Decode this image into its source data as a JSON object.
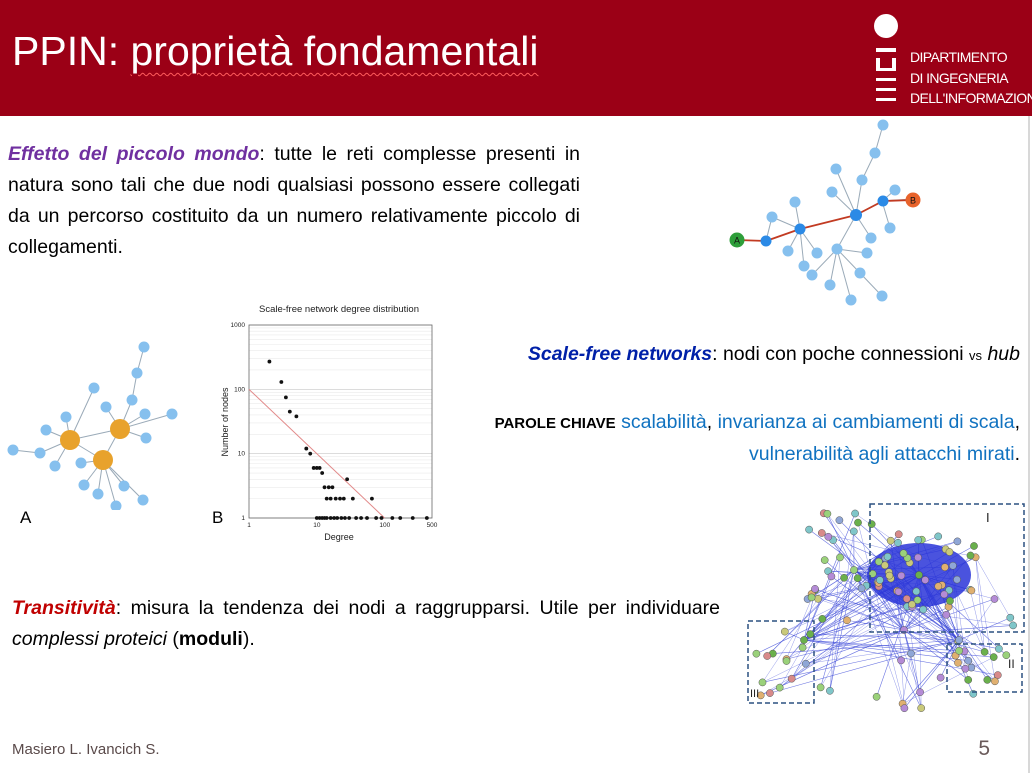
{
  "slide": {
    "title_prefix": "PPIN: ",
    "title_main": "proprietà fondamentali"
  },
  "logo": {
    "line1": "DIPARTIMENTO",
    "line2": "DI INGEGNERIA",
    "line3": "DELL'INFORMAZIONE"
  },
  "small_world": {
    "keyword": "Effetto del piccolo mondo",
    "text": ": tutte le reti complesse presenti in natura sono tali che due nodi qualsiasi possono essere collegati da un percorso costituito da un numero relativamente piccolo di collegamenti."
  },
  "graph_labels": {
    "a": "A",
    "b": "B"
  },
  "figure_labels": {
    "a": "A",
    "b": "B"
  },
  "degree_chart": {
    "title": "Scale-free network degree distribution",
    "xlabel": "Degree",
    "ylabel": "Number of nodes",
    "xticks": [
      "1",
      "10",
      "100",
      "500"
    ],
    "yticks": [
      "1",
      "10",
      "100",
      "1000"
    ],
    "chart_data": {
      "type": "scatter",
      "x_scale": "log",
      "y_scale": "log",
      "xlim": [
        1,
        500
      ],
      "ylim": [
        1,
        1000
      ],
      "grid": true,
      "title": "Scale-free network degree distribution",
      "xlabel": "Degree",
      "ylabel": "Number of nodes",
      "points": [
        [
          2,
          270
        ],
        [
          3,
          130
        ],
        [
          3.5,
          75
        ],
        [
          4,
          45
        ],
        [
          5,
          38
        ],
        [
          7,
          12
        ],
        [
          8,
          10
        ],
        [
          9,
          6
        ],
        [
          10,
          6
        ],
        [
          11,
          6
        ],
        [
          12,
          5
        ],
        [
          13,
          3
        ],
        [
          14,
          2
        ],
        [
          15,
          3
        ],
        [
          16,
          2
        ],
        [
          17,
          3
        ],
        [
          19,
          2
        ],
        [
          22,
          2
        ],
        [
          25,
          2
        ],
        [
          28,
          4
        ],
        [
          34,
          2
        ],
        [
          38,
          1
        ],
        [
          45,
          1
        ],
        [
          55,
          1
        ],
        [
          65,
          2
        ],
        [
          75,
          1
        ],
        [
          90,
          1
        ],
        [
          130,
          1
        ],
        [
          170,
          1
        ],
        [
          260,
          1
        ],
        [
          420,
          1
        ],
        [
          10,
          1
        ],
        [
          11,
          1
        ],
        [
          12,
          1
        ],
        [
          13,
          1
        ],
        [
          14,
          1
        ],
        [
          16,
          1
        ],
        [
          18,
          1
        ],
        [
          20,
          1
        ],
        [
          23,
          1
        ],
        [
          26,
          1
        ],
        [
          30,
          1
        ]
      ],
      "fit_line": [
        [
          1,
          100
        ],
        [
          100,
          1
        ]
      ]
    }
  },
  "scale_free": {
    "keyword": "Scale-free networks",
    "text": ": nodi con poche connessioni ",
    "vs": "vs",
    "hub": " hub"
  },
  "keywords": {
    "label": "PAROLE CHIAVE",
    "kw1": "scalabilità",
    "sep1": ", ",
    "kw2": "invarianza ai cambiamenti di scala",
    "sep2": ", ",
    "kw3": "vulnerabilità agli attacchi mirati",
    "end": "."
  },
  "transitivity": {
    "keyword": "Transitività",
    "text1": ": misura la tendenza dei nodi a raggrupparsi. Utile per individuare ",
    "italic": "complessi proteici",
    "text2": " (",
    "bold": "moduli",
    "text3": ")."
  },
  "module_labels": {
    "i": "I",
    "ii": "II",
    "iii": "III"
  },
  "footer": {
    "authors": "Masiero L. Ivancich S.",
    "page": "5"
  },
  "colors": {
    "header": "#9b0016",
    "purple": "#7030a0",
    "red": "#c00000",
    "dark_blue": "#0020a8",
    "light_blue": "#1072c0",
    "node_blue": "#86c0ee",
    "hub_orange": "#e8a22c"
  }
}
